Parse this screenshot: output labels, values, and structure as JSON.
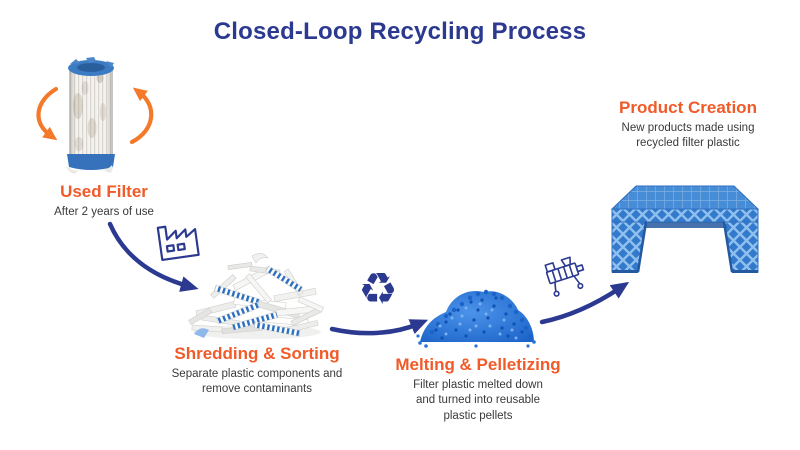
{
  "title": "Closed-Loop Recycling Process",
  "colors": {
    "navy": "#2B3990",
    "orange": "#F15A29",
    "body_text": "#3A3A3A",
    "pellet_blue": "#2B74D8",
    "product_blue": "#3379CC",
    "filter_cap_blue": "#3B7CC4"
  },
  "icons": {
    "recycle_glyph": "♻",
    "factory": "factory-icon",
    "molding_machine": "molding-machine-icon",
    "rotation_arrows": "rotation-arrows-icon"
  },
  "stages": {
    "used_filter": {
      "label": "Used Filter",
      "lines": [
        "After 2 years of use"
      ]
    },
    "shredding": {
      "label": "Shredding & Sorting",
      "lines": [
        "Separate plastic components and",
        "remove contaminants"
      ]
    },
    "melting": {
      "label": "Melting & Pelletizing",
      "lines": [
        "Filter plastic melted down",
        "and turned into reusable",
        "plastic pellets"
      ]
    },
    "product": {
      "label": "Product Creation",
      "lines": [
        "New products made using",
        "recycled filter plastic"
      ]
    }
  }
}
